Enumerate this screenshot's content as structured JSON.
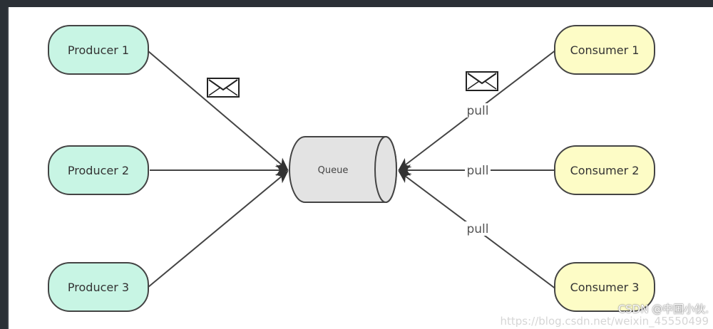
{
  "producers": [
    {
      "label": "Producer 1"
    },
    {
      "label": "Producer 2"
    },
    {
      "label": "Producer 3"
    }
  ],
  "consumers": [
    {
      "label": "Consumer 1"
    },
    {
      "label": "Consumer 2"
    },
    {
      "label": "Consumer 3"
    }
  ],
  "queue": {
    "label": "Queue"
  },
  "pull_labels": [
    "pull",
    "pull",
    "pull"
  ],
  "watermark": {
    "main": "CSDN @中国小伙.",
    "url": "https://blog.csdn.net/weixin_45550499"
  },
  "colors": {
    "producer_fill": "#c8f5e4",
    "consumer_fill": "#fdfcc6",
    "queue_fill": "#e3e3e3",
    "stroke": "#444444",
    "frame": "#2b3036"
  },
  "icons": {
    "message": "envelope-icon"
  }
}
